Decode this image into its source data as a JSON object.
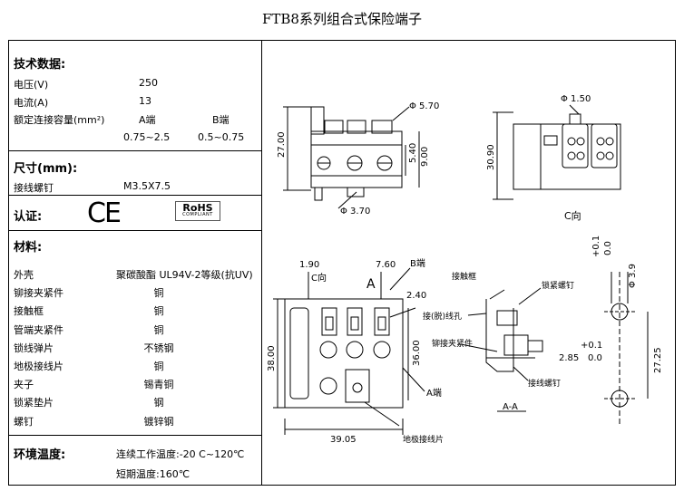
{
  "title": "FTB8系列组合式保险端子",
  "specs": {
    "heading": "技术数据:",
    "voltage_label": "电压(V)",
    "voltage_value": "250",
    "current_label": "电流(A)",
    "current_value": "13",
    "capacity_label": "额定连接容量(mm²)",
    "col_a": "A端",
    "col_b": "B端",
    "range_a": "0.75~2.5",
    "range_b": "0.5~0.75"
  },
  "dimensions": {
    "heading": "尺寸(mm):",
    "screw_label": "接线螺钉",
    "screw_value": "M3.5X7.5"
  },
  "certification": {
    "heading": "认证:",
    "ce_mark": "CE",
    "rohs_mark": "RoHS",
    "rohs_sub": "COMPLIANT"
  },
  "materials": {
    "heading": "材料:",
    "items": [
      {
        "name": "外壳",
        "value": "聚碳酸酯 UL94V-2等级(抗UV)"
      },
      {
        "name": "铆接夹紧件",
        "value": "铜"
      },
      {
        "name": "接触框",
        "value": "铜"
      },
      {
        "name": "管端夹紧件",
        "value": "铜"
      },
      {
        "name": "锁线弹片",
        "value": "不锈钢"
      },
      {
        "name": "地极接线片",
        "value": "铜"
      },
      {
        "name": "夹子",
        "value": "锡青铜"
      },
      {
        "name": "锁紧垫片",
        "value": "钢"
      },
      {
        "name": "螺钉",
        "value": "镀锌钢"
      }
    ]
  },
  "environment": {
    "heading": "环境温度:",
    "working": "连续工作温度:-20 C~120℃",
    "short": "短期温度:160℃"
  },
  "drawing": {
    "d_5_70": "Φ 5.70",
    "d_1_50": "Φ 1.50",
    "d_27_00": "27.00",
    "d_5_40": "5.40",
    "d_9_00": "9.00",
    "d_30_90": "30.90",
    "d_3_70": "Φ 3.70",
    "c_view": "C向",
    "d_1_90": "1.90",
    "d_7_60": "7.60",
    "b_end": "B端",
    "c_dir": "C向",
    "a_mark": "A",
    "d_2_40": "2.40",
    "d_38_00": "38.00",
    "d_36_00": "36.00",
    "a_end": "A端",
    "d_39_05": "39.05",
    "ground_tab": "地极接线片",
    "contact_frame": "接触框",
    "lock_spring": "锁紧螺钉",
    "plug_hole": "接(脱)线孔",
    "rivet_clamp": "铆接夹紧件",
    "wire_screw": "接线螺钉",
    "section": "A-A",
    "tol_a": "+0.1",
    "tol_b": "0.0",
    "d_3_9": "Φ 3.9",
    "tol_c": "+0.1",
    "tol_d": "0.0",
    "d_2_85": "2.85",
    "d_27_25": "27.25"
  }
}
